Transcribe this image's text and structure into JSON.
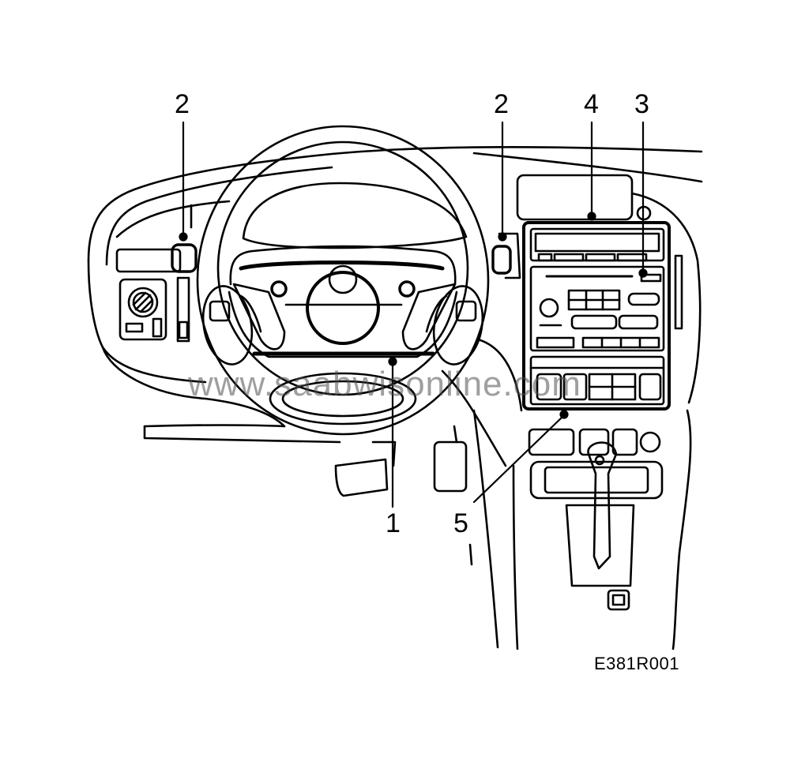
{
  "callouts": {
    "steering_wheel": "1",
    "left_stalk": "2",
    "right_stalk": "2",
    "radio": "3",
    "center_panel": "4",
    "climate_control": "5"
  },
  "watermark": "www.saabwisonline.com",
  "figure_id": "E381R001",
  "colors": {
    "line": "#000000",
    "background": "#ffffff",
    "watermark": "#6e6e6e"
  }
}
